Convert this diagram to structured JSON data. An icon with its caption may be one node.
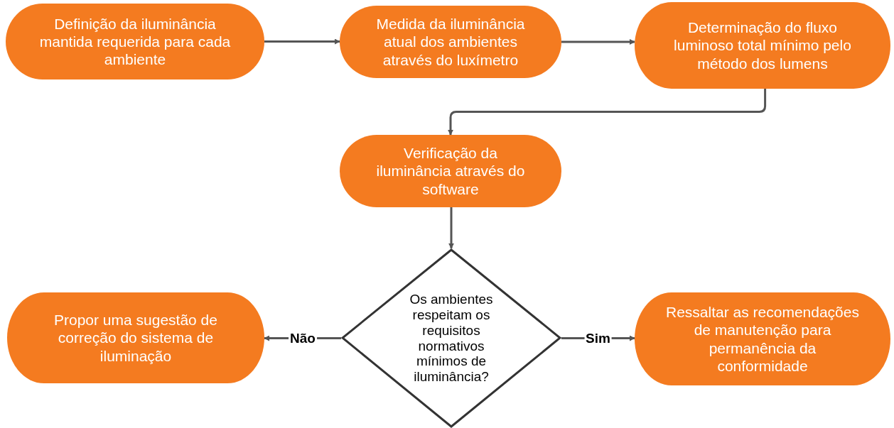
{
  "diagram": {
    "nodes": [
      {
        "text": [
          "Definição da iluminância mantida requerida para cada ambiente"
        ]
      },
      {
        "text": [
          "Medida da iluminância atual dos ambientes através do luxímetro"
        ]
      },
      {
        "text": [
          "Determinação do fluxo luminoso total mínimo pelo método dos lumens"
        ]
      },
      {
        "text": [
          "Verificação da iluminância através do software"
        ]
      },
      {
        "text": [
          "Os ambientes respeitam os requisitos normativos mínimos de iluminância?"
        ]
      },
      {
        "text": [
          "Propor uma sugestão de correção do sistema de iluminação"
        ]
      },
      {
        "text": [
          "Ressaltar as recomendações de manutenção para permanência da conformidade"
        ]
      }
    ],
    "edges": [
      {
        "from": 0,
        "to": 1,
        "arrow": "to"
      },
      {
        "from": 1,
        "to": 2,
        "arrow": "to"
      },
      {
        "from": 2,
        "to": 3,
        "arrow": "to"
      },
      {
        "from": 3,
        "to": 4,
        "arrow": "to"
      },
      {
        "from": 4,
        "to": 5,
        "arrow": "to",
        "label": "Não"
      },
      {
        "from": 4,
        "to": 6,
        "arrow": "to",
        "label": "Sim"
      }
    ]
  }
}
